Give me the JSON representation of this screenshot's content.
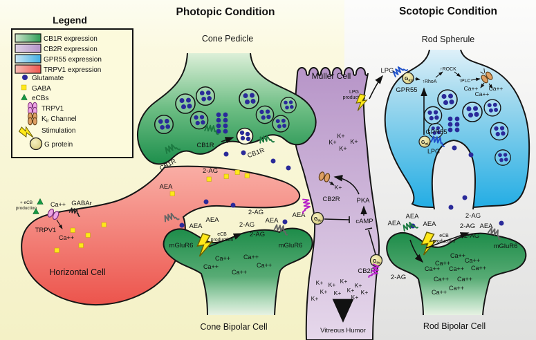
{
  "titles": {
    "photopic": "Photopic Condition",
    "scotopic": "Scotopic Condition"
  },
  "legend": {
    "title": "Legend",
    "expression_items": [
      {
        "label": "CB1R expression",
        "color": "#2f9e57"
      },
      {
        "label": "CB2R expression",
        "color": "#b493c9"
      },
      {
        "label": "GPR55 expression",
        "color": "#42b0e4"
      },
      {
        "label": "TRPV1 expression",
        "color": "#ef564f"
      }
    ],
    "glutamate": "Glutamate",
    "gaba": "GABA",
    "ecbs": "eCBs",
    "trpv1": "TRPV1",
    "kir_pre": "K",
    "kir_sub": "ir",
    "kir_post": " Channel",
    "stimulation": "Stimulation",
    "g_protein": "G protein"
  },
  "cells": {
    "cone_pedicle": "Cone Pedicle",
    "rod_spherule": "Rod Spherule",
    "muller": "Müller Cell",
    "horizontal": "Horizontal Cell",
    "cone_bipolar": "Cone Bipolar Cell",
    "rod_bipolar": "Rod Bipolar Cell"
  },
  "regions": {
    "vitreous_humor": "Vitreous Humor"
  },
  "receptors": {
    "cb1r": "CB1R",
    "cb2r": "CB2R",
    "gpr55": "GPR55",
    "mglur6": "mGluR6",
    "gabar": "GABAr",
    "trpv1": "TRPV1"
  },
  "molecules": {
    "ca": "Ca++",
    "k": "K+",
    "aea": "AEA",
    "two_ag": "2-AG",
    "lpg": "LPG",
    "camp": "cAMP",
    "pka": "PKA"
  },
  "signaling": {
    "rhoa": "↑RhoA",
    "rock": "↑ROCK",
    "plc": "↑PLC"
  },
  "gproteins": {
    "g": "G",
    "gio_sub": "i/o",
    "ga13_sub": "α13"
  },
  "annotations": {
    "ecb_production_l1": "eCB",
    "ecb_production_l2": "production",
    "plus_ecb_l1": "+ eCB",
    "plus_ecb_l2": "production",
    "lpg_production_l1": "LPG",
    "lpg_production_l2": "production"
  },
  "colors": {
    "glutamate_blue": "#2a2a99",
    "gaba_yellow": "#ffe81a",
    "ecb_green": "#159a43",
    "cb1r_green": "#2f9e57",
    "cb2r_purple": "#b493c9",
    "gpr55_blue": "#42b0e4",
    "trpv1_red": "#ef564f"
  }
}
